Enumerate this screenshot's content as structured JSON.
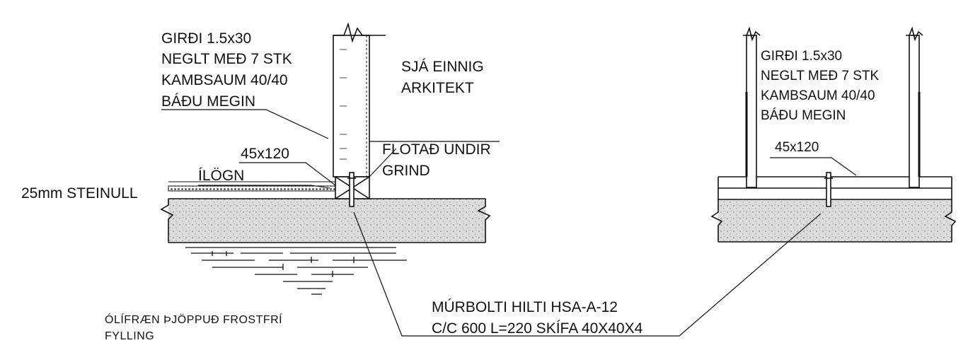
{
  "left_detail": {
    "wall_label_lines": [
      "GIRÐI 1.5x30",
      "NEGLT MEÐ 7 STK",
      "KAMBSAUM 40/40",
      "BÁÐU MEGIN"
    ],
    "see_also_lines": [
      "SJÁ EINNIG",
      "ARKITEKT"
    ],
    "plate_size": "45x120",
    "grout_lines": [
      "FLOTAÐ UNDIR",
      "GRIND"
    ],
    "screed": "ÍLÖGN",
    "insulation": "25mm STEINULL",
    "fill_lines": [
      "ÓLÍFRÆN  ÞJÖPPUÐ FROSTFRÍ",
      "FYLLING"
    ]
  },
  "right_detail": {
    "wall_label_lines": [
      "GIRÐI 1.5x30",
      "NEGLT MEÐ 7 STK",
      "KAMBSAUM 40/40",
      "BÁÐU MEGIN"
    ],
    "plate_size": "45x120"
  },
  "anchor_note": {
    "lines": [
      "MÚRBOLTI HILTI HSA-A-12",
      "C/C 600  L=220 SKÍFA 40X40X4"
    ]
  },
  "colors": {
    "ink": "#111111",
    "concrete_fill": "#d9d9d9",
    "paper": "#ffffff"
  }
}
